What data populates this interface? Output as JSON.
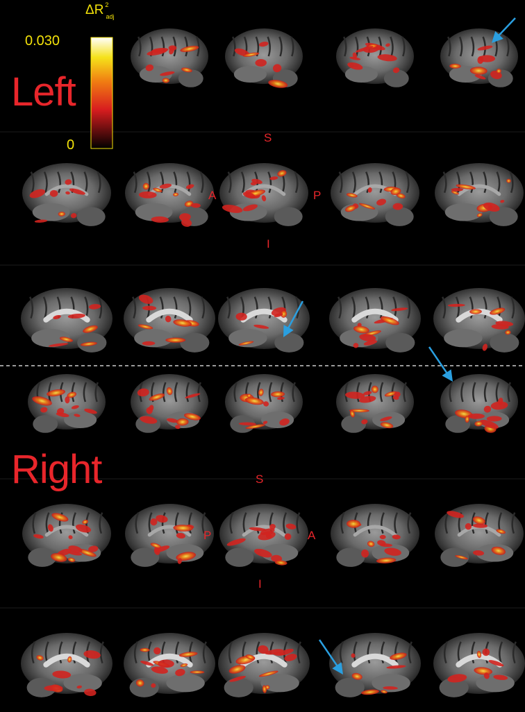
{
  "colorbar": {
    "title": "ΔR",
    "title_sup": "2",
    "title_sub": "adj",
    "max_label": "0.030",
    "min_label": "0",
    "range": [
      0,
      0.03
    ],
    "colors": [
      "#000000",
      "#d81d1f",
      "#f07b12",
      "#f5e21a",
      "#ffffff"
    ]
  },
  "panels": [
    {
      "hemisphere_label": "Left",
      "orientation": {
        "superior": "S",
        "inferior": "I",
        "anterior": "A",
        "posterior": "P"
      },
      "rows": 3,
      "columns": 5,
      "arrows": [
        {
          "row": 0,
          "col": 4
        },
        {
          "row": 2,
          "col": 2
        }
      ]
    },
    {
      "hemisphere_label": "Right",
      "orientation": {
        "superior": "S",
        "inferior": "I",
        "posterior": "P",
        "anterior": "A"
      },
      "rows": 3,
      "columns": 5,
      "arrows": [
        {
          "row": 0,
          "col": 4
        },
        {
          "row": 2,
          "col": 3
        }
      ]
    }
  ],
  "colors": {
    "background": "#000000",
    "label": "#e8262b",
    "colorbar_text": "#f3e20a",
    "arrow": "#2a9fe0",
    "divider": "#9a9a9a"
  }
}
